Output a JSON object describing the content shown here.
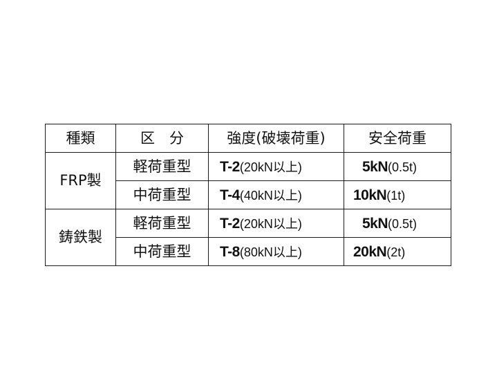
{
  "table": {
    "headers": {
      "type": "種類",
      "class": "区　分",
      "strength": "強度(破壊荷重)",
      "safe": "安全荷重"
    },
    "groups": [
      {
        "type": "FRP製",
        "rows": [
          {
            "class": "軽荷重型",
            "code": "T-2",
            "rating": "(20kN以上)",
            "safe_value": "5kN",
            "safe_unit": "(0.5t)"
          },
          {
            "class": "中荷重型",
            "code": "T-4",
            "rating": "(40kN以上)",
            "safe_value": "10kN",
            "safe_unit": "(1t)"
          }
        ]
      },
      {
        "type": "鋳鉄製",
        "rows": [
          {
            "class": "軽荷重型",
            "code": "T-2",
            "rating": "(20kN以上)",
            "safe_value": "5kN",
            "safe_unit": "(0.5t)"
          },
          {
            "class": "中荷重型",
            "code": "T-8",
            "rating": "(80kN以上)",
            "safe_value": "20kN",
            "safe_unit": "(2t)"
          }
        ]
      }
    ]
  }
}
